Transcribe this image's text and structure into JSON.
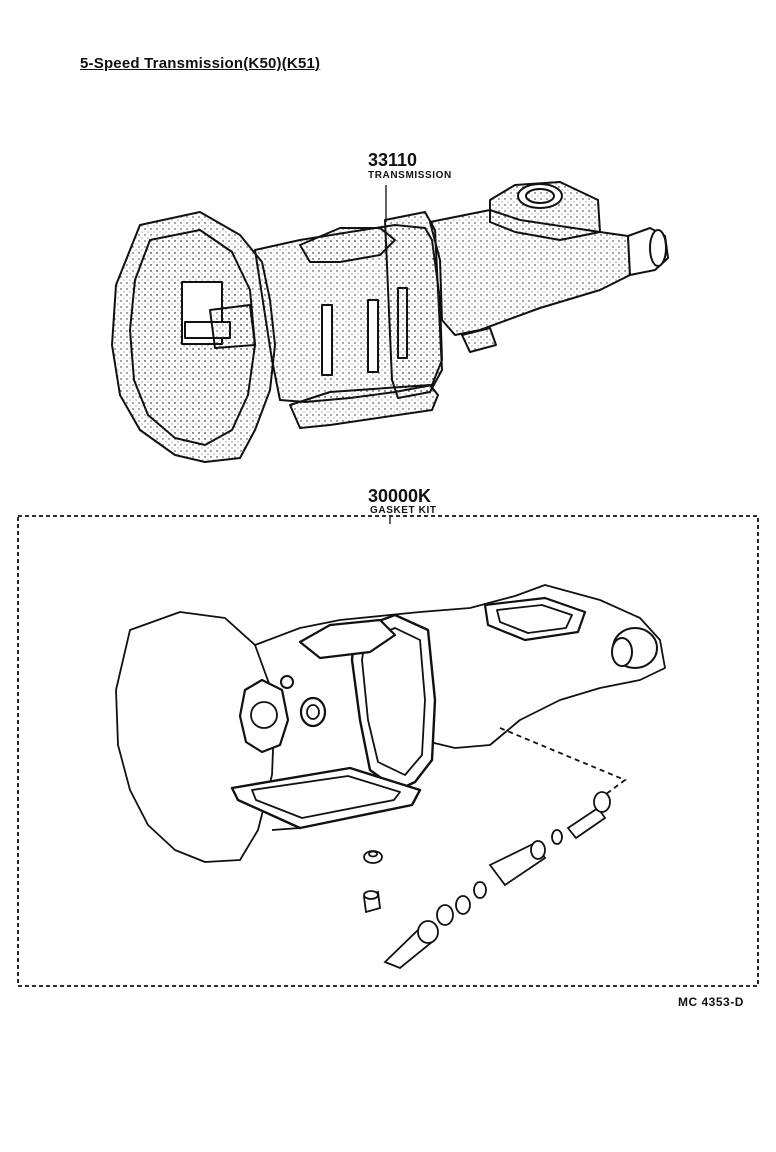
{
  "title": "5-Speed Transmission(K50)(K51)",
  "parts": [
    {
      "number": "33110",
      "name": "TRANSMISSION"
    },
    {
      "number": "30000K",
      "name": "GASKET KIT"
    }
  ],
  "drawing_code": "MC  4353-D"
}
